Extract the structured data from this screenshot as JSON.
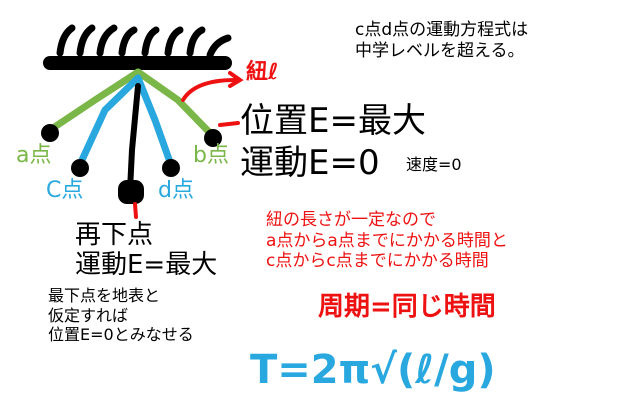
{
  "colors": {
    "string_green": "#7ab648",
    "string_blue": "#29a8e0",
    "annotation_red": "#ee1111",
    "black": "#000000"
  },
  "labels": {
    "string": "紐ℓ",
    "potential_max": "位置E=最大",
    "kinetic_zero": "運動E=0",
    "speed_zero": "速度=0",
    "point_a": "a点",
    "point_b": "b点",
    "point_c": "C点",
    "point_d": "d点",
    "lowest": "再下点",
    "kinetic_max": "運動E=最大",
    "ground_note": "最下点を地表と\n仮定すれば\n位置E=0とみなせる",
    "top_note": "c点d点の運動方程式は\n中学レベルを超える。",
    "red_note": "紐の長さが一定なので\na点からa点までにかかる時間と\nc点からc点までにかかる時間",
    "period": "周期=同じ時間",
    "formula": "T=2π√(ℓ/g)"
  }
}
